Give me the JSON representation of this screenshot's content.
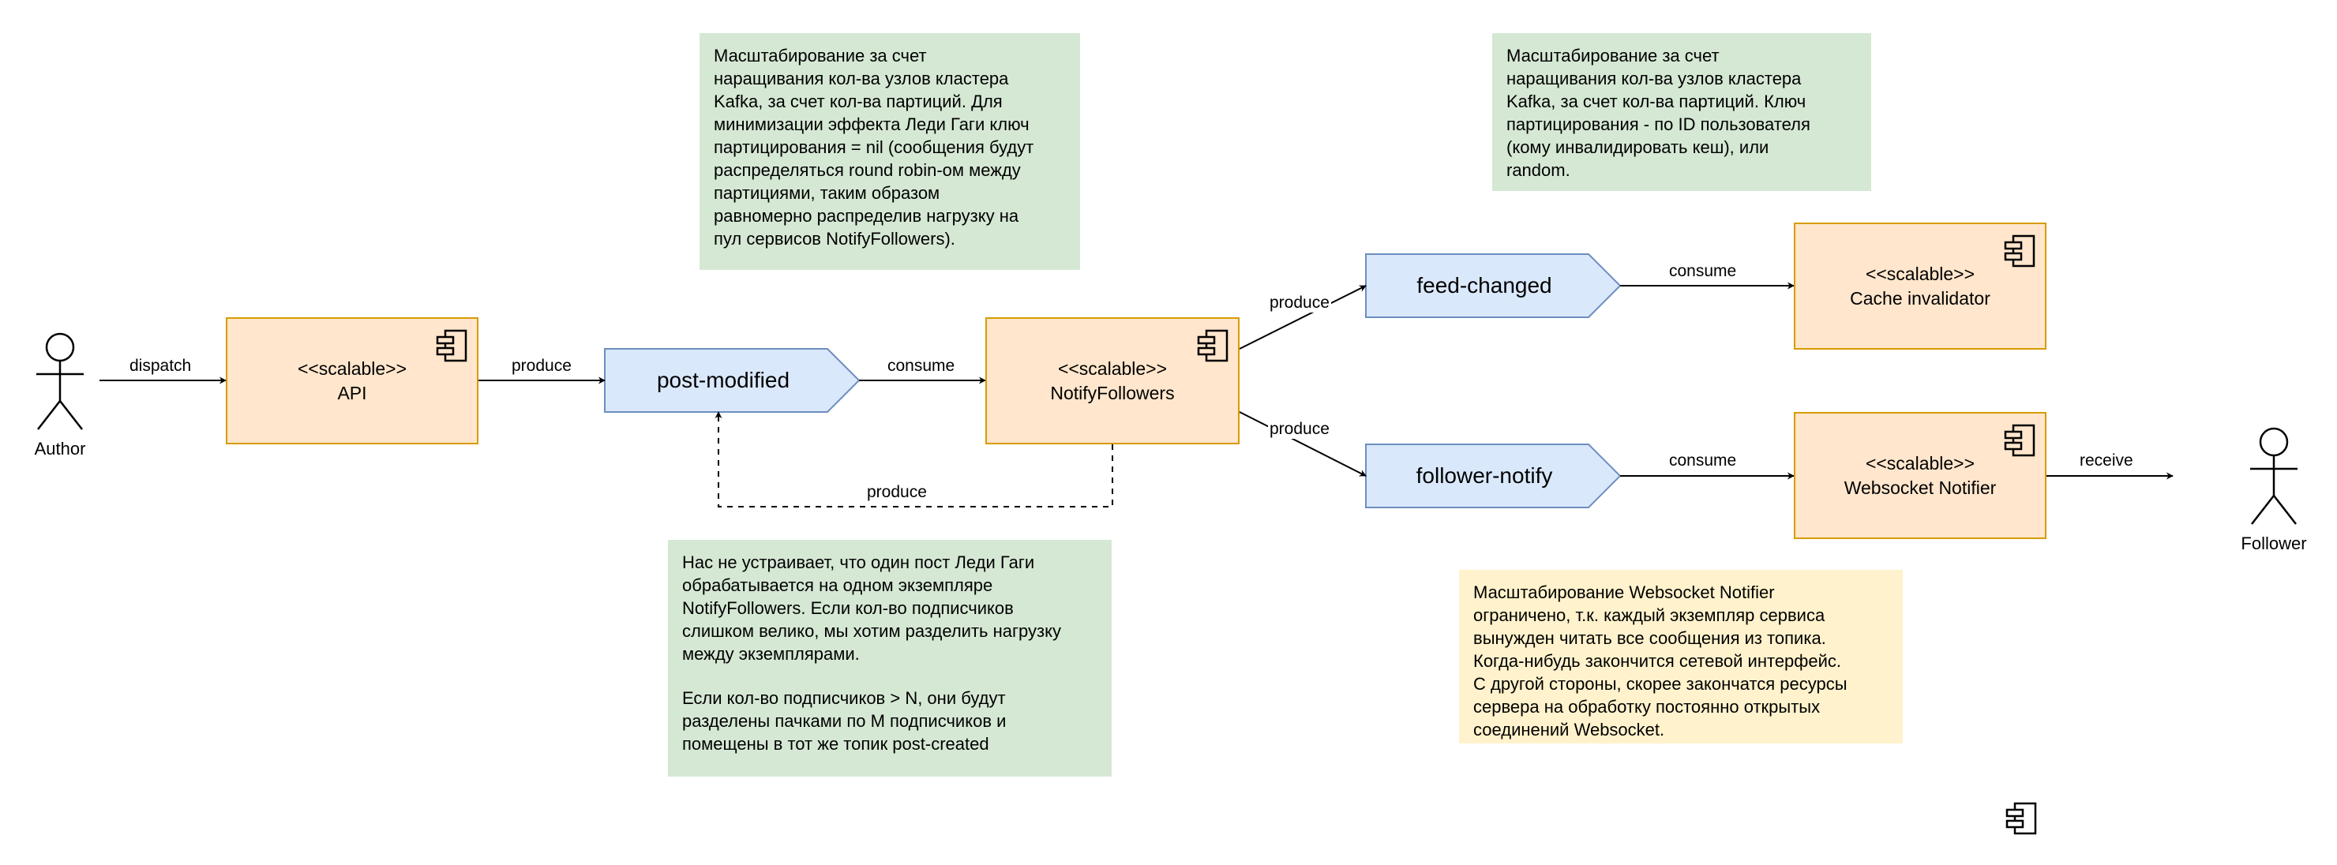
{
  "actors": {
    "author": "Author",
    "follower": "Follower"
  },
  "components": {
    "api": {
      "stereotype": "<<scalable>>",
      "name": "API"
    },
    "notify_followers": {
      "stereotype": "<<scalable>>",
      "name": "NotifyFollowers"
    },
    "cache_invalidator": {
      "stereotype": "<<scalable>>",
      "name": "Cache invalidator"
    },
    "websocket_notifier": {
      "stereotype": "<<scalable>>",
      "name": "Websocket Notifier"
    }
  },
  "topics": {
    "post_modified": "post-modified",
    "feed_changed": "feed-changed",
    "follower_notify": "follower-notify"
  },
  "edge_labels": {
    "dispatch": "dispatch",
    "produce_api": "produce",
    "consume_post": "consume",
    "produce_loop": "produce",
    "produce_feed": "produce",
    "produce_follower": "produce",
    "consume_feed": "consume",
    "consume_follower": "consume",
    "receive": "receive"
  },
  "notes": {
    "kafka_post": [
      "Масштабирование за счет",
      "наращивания кол-ва узлов кластера",
      "Kafka, за счет кол-ва партиций. Для",
      "минимизации эффекта Леди Гаги ключ",
      "партицирования = nil (сообщения будут",
      "распределяться round robin-ом между",
      "партициями, таким образом",
      "равномерно распределив нагрузку на",
      "пул сервисов NotifyFollowers)."
    ],
    "kafka_feed": [
      "Масштабирование за счет",
      "наращивания кол-ва узлов кластера",
      "Kafka, за счет кол-ва партиций. Ключ",
      "партицирования - по ID пользователя",
      "(кому инвалидировать кеш), или",
      "random."
    ],
    "lady_gaga": {
      "p1": [
        "Нас не устраивает, что один пост Леди Гаги",
        "обрабатывается на одном экземпляре",
        "NotifyFollowers. Если кол-во подписчиков",
        "слишком велико, мы хотим разделить нагрузку",
        "между экземплярами."
      ],
      "p2": [
        "Если кол-во подписчиков > N, они будут",
        "разделены пачками по M подписчиков и",
        "помещены в тот же топик post-created"
      ]
    },
    "websocket": [
      "Масштабирование Websocket Notifier",
      "ограничено, т.к. каждый экземпляр сервиса",
      "вынужден читать все сообщения из топика.",
      "Когда-нибудь закончится сетевой интерфейс.",
      "С другой стороны, скорее закончатся ресурсы",
      "сервера на обработку постоянно открытых",
      "соединений Websocket."
    ]
  },
  "colors": {
    "component_fill": "#ffe6cc",
    "component_stroke": "#d79b00",
    "topic_fill": "#dae8fc",
    "topic_stroke": "#6c8ebf",
    "note_green": "#d5e8d4",
    "note_yellow": "#fff2cc"
  },
  "icons": [
    "component-icon",
    "actor-icon",
    "arrow-head"
  ]
}
